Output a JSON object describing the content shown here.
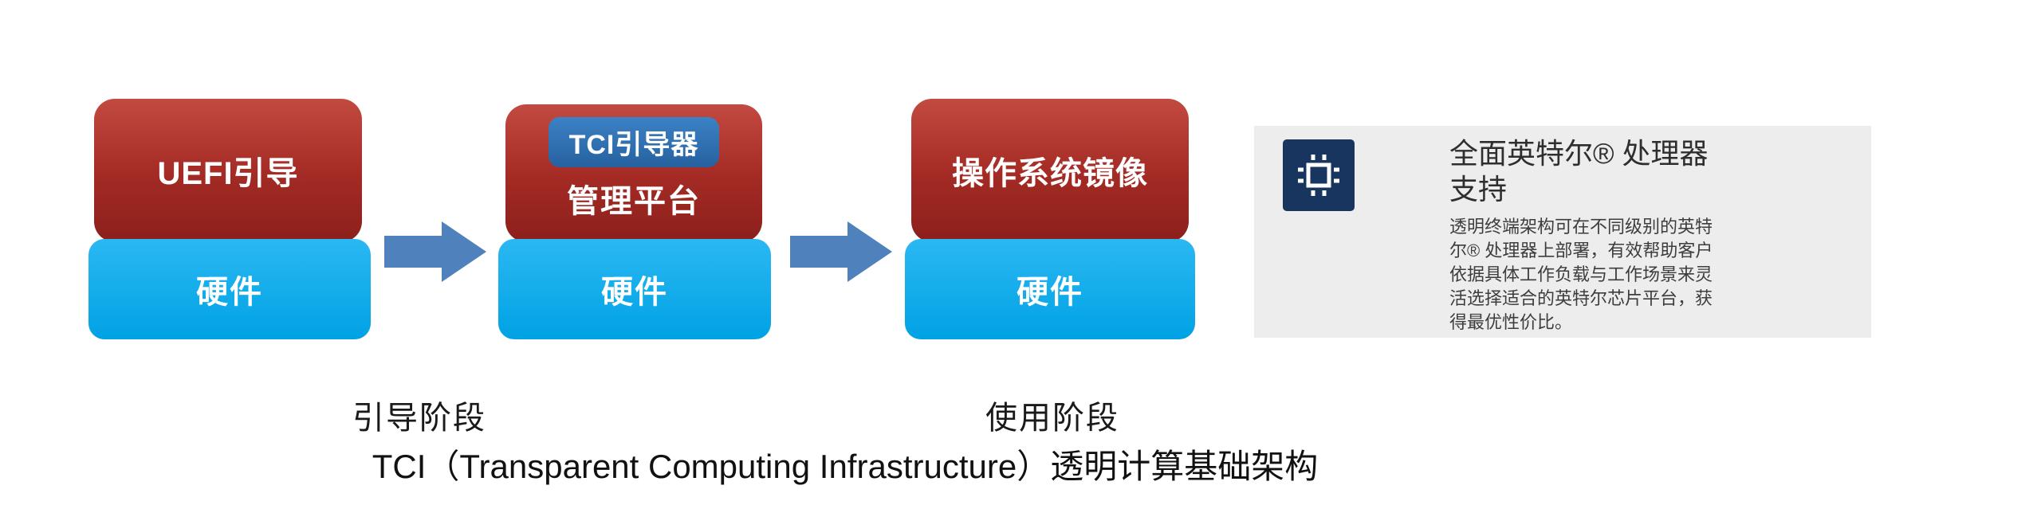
{
  "stages": [
    {
      "top_label": "UEFI引导",
      "hardware_label": "硬件"
    },
    {
      "badge_label": "TCI引导器",
      "top_label": "管理平台",
      "hardware_label": "硬件"
    },
    {
      "top_label": "操作系统镜像",
      "hardware_label": "硬件"
    }
  ],
  "phases": {
    "boot": "引导阶段",
    "usage": "使用阶段"
  },
  "caption": "TCI（Transparent Computing Infrastructure）透明计算基础架构",
  "panel": {
    "title_line1": "全面英特尔® 处理器",
    "title_line2": "支持",
    "body": "透明终端架构可在不同级别的英特尔® 处理器上部署，有效帮助客户依据具体工作负载与工作场景来灵活选择适合的英特尔芯片平台，获得最优性价比。"
  },
  "icons": {
    "arrow": "right-arrow-icon",
    "chip": "cpu-chip-icon"
  },
  "colors": {
    "stage_red": "#a32a24",
    "hardware_blue": "#00a2e4",
    "badge_blue": "#2e75b6",
    "arrow_blue": "#4f81bd",
    "panel_gray": "#ededed",
    "chip_navy": "#17355e"
  }
}
